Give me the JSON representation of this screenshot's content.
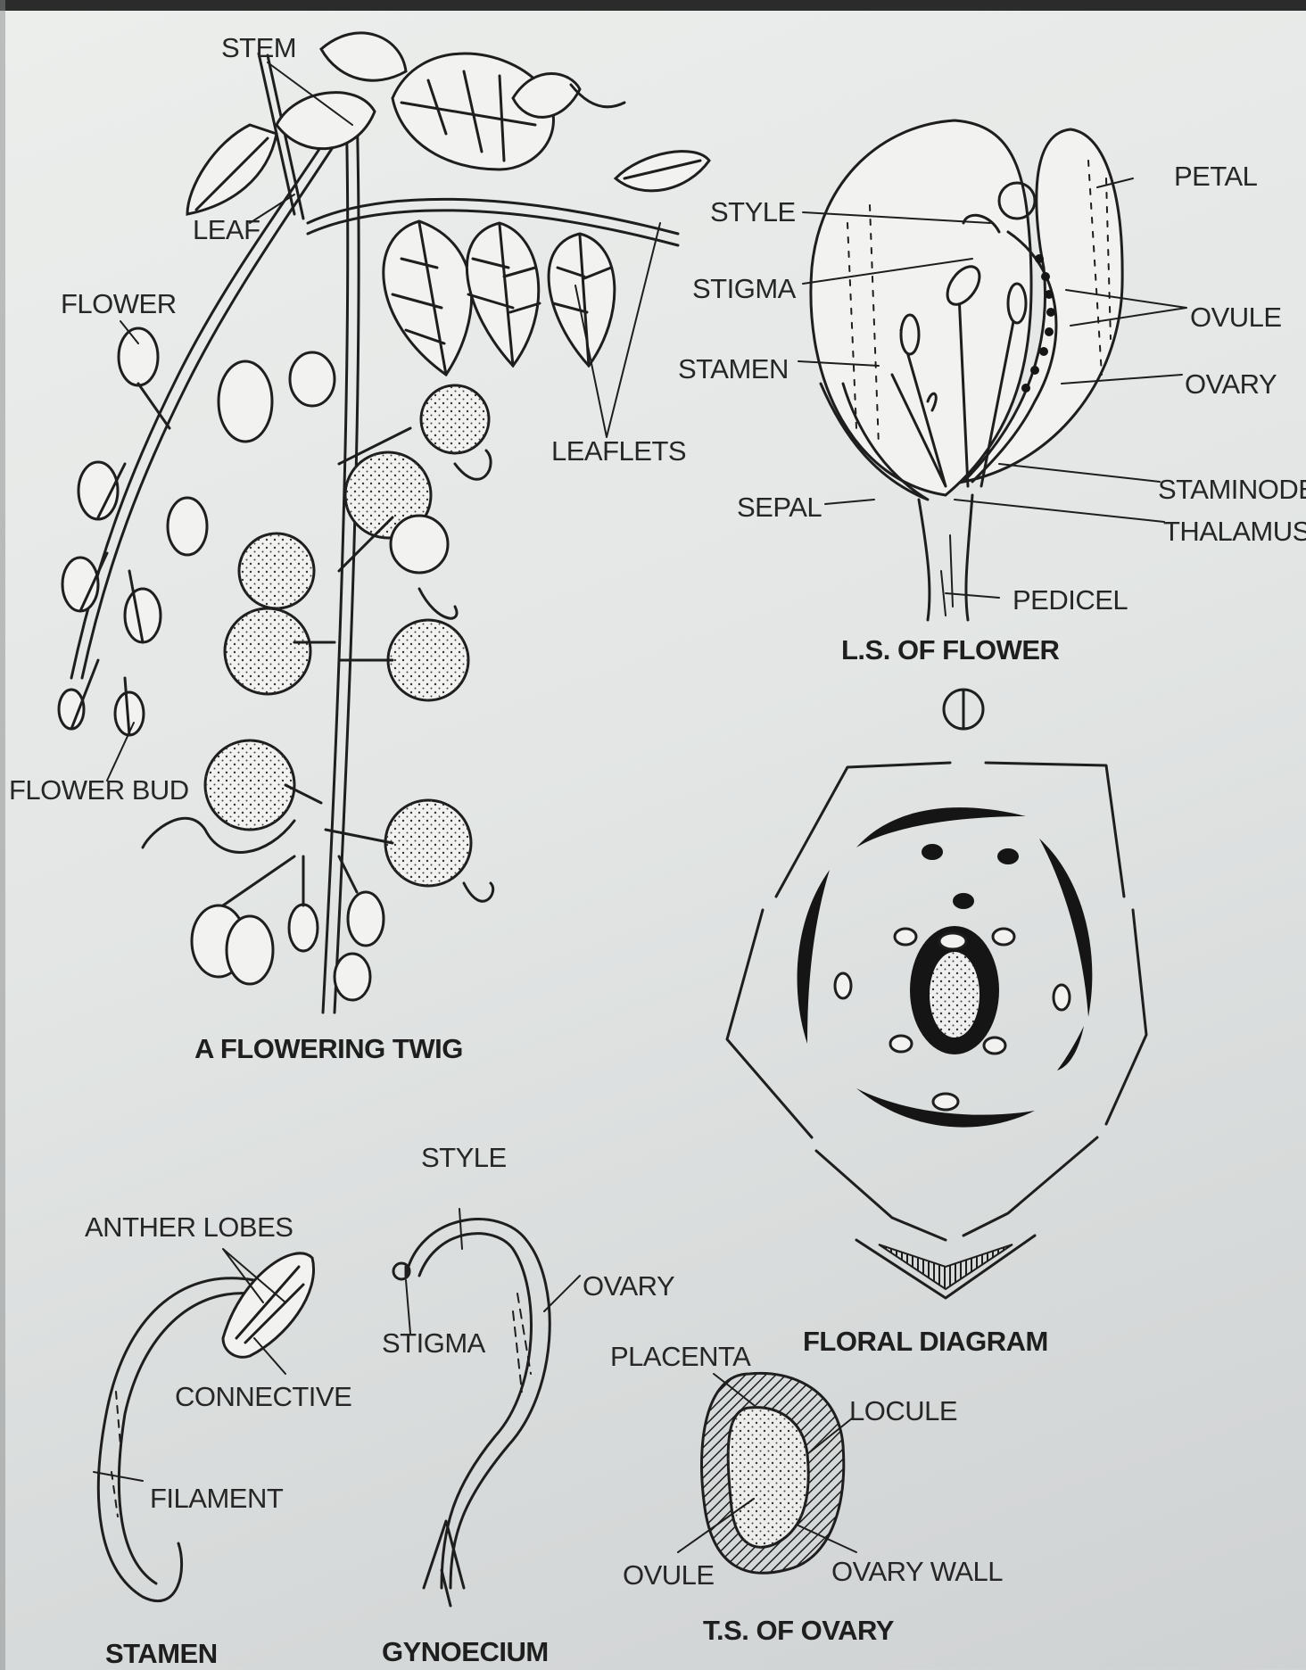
{
  "twig": {
    "caption": "A FLOWERING TWIG",
    "labels": {
      "stem": "STEM",
      "leaf": "LEAF",
      "flower": "FLOWER",
      "leaflets": "LEAFLETS",
      "flower_bud": "FLOWER BUD"
    }
  },
  "ls_flower": {
    "caption": "L.S. OF FLOWER",
    "labels": {
      "petal": "PETAL",
      "style": "STYLE",
      "stigma": "STIGMA",
      "ovule": "OVULE",
      "stamen": "STAMEN",
      "ovary": "OVARY",
      "staminode": "STAMINODE",
      "sepal": "SEPAL",
      "thalamus": "THALAMUS",
      "pedicel": "PEDICEL"
    }
  },
  "floral_diagram": {
    "caption": "FLORAL DIAGRAM",
    "symmetry_symbol": "⦶"
  },
  "stamen": {
    "caption": "STAMEN",
    "labels": {
      "anther_lobes": "ANTHER LOBES",
      "connective": "CONNECTIVE",
      "filament": "FILAMENT"
    }
  },
  "gynoecium": {
    "caption": "GYNOECIUM",
    "labels": {
      "style": "STYLE",
      "stigma": "STIGMA",
      "ovary": "OVARY"
    }
  },
  "ts_ovary": {
    "caption": "T.S. OF OVARY",
    "labels": {
      "placenta": "PLACENTA",
      "locule": "LOCULE",
      "ovule": "OVULE",
      "ovary_wall": "OVARY WALL"
    }
  }
}
